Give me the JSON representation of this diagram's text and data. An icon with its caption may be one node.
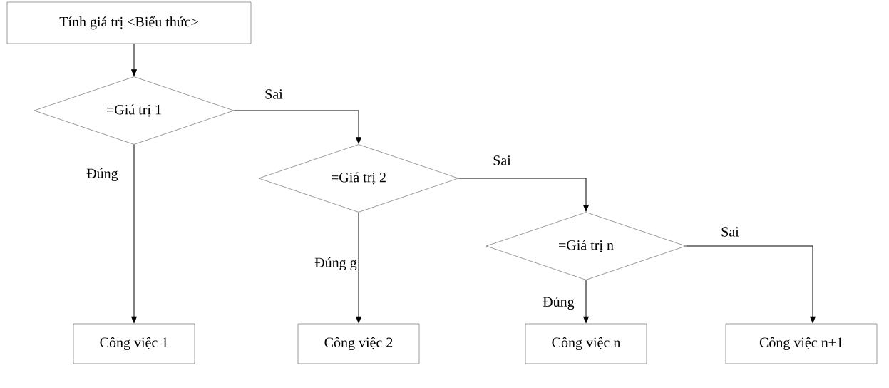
{
  "diagram": {
    "nodes": [
      {
        "text": [
          "Tính giá trị <Biểu thức>"
        ]
      },
      {
        "text": [
          "=Giá trị 1"
        ]
      },
      {
        "text": [
          "=Giá trị 2"
        ]
      },
      {
        "text": [
          "=Giá trị n"
        ]
      },
      {
        "text": [
          "Công việc 1"
        ]
      },
      {
        "text": [
          "Công việc 2"
        ]
      },
      {
        "text": [
          "Công việc n"
        ]
      },
      {
        "text": [
          "Công việc n+1"
        ]
      }
    ],
    "edges": [
      {
        "from": 0,
        "to": 1,
        "arrow": "to"
      },
      {
        "from": 1,
        "to": 2,
        "arrow": "to",
        "label": "Sai"
      },
      {
        "from": 1,
        "to": 4,
        "arrow": "to",
        "label": "Đúng"
      },
      {
        "from": 2,
        "to": 3,
        "arrow": "to",
        "label": "Sai"
      },
      {
        "from": 2,
        "to": 5,
        "arrow": "to",
        "label": "Đúng g"
      },
      {
        "from": 3,
        "to": 6,
        "arrow": "to",
        "label": "Đúng"
      },
      {
        "from": 3,
        "to": 7,
        "arrow": "to",
        "label": "Sai"
      }
    ]
  }
}
